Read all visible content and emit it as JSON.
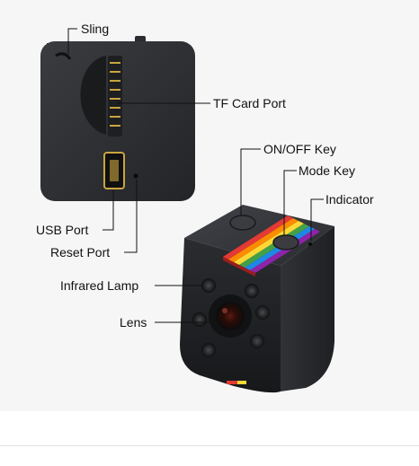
{
  "labels": {
    "sling": "Sling",
    "tf_card_port": "TF Card Port",
    "on_off_key": "ON/OFF Key",
    "mode_key": "Mode Key",
    "indicator": "Indicator",
    "usb_port": "USB Port",
    "reset_port": "Reset Port",
    "infrared_lamp": "Infrared Lamp",
    "lens": "Lens"
  },
  "colors": {
    "background": "#f6f6f6",
    "camera_body": "#2b2d30",
    "stripe_colors": [
      "#e53935",
      "#fb8c00",
      "#fdd835",
      "#43a047",
      "#1e88e5",
      "#8e24aa"
    ]
  }
}
